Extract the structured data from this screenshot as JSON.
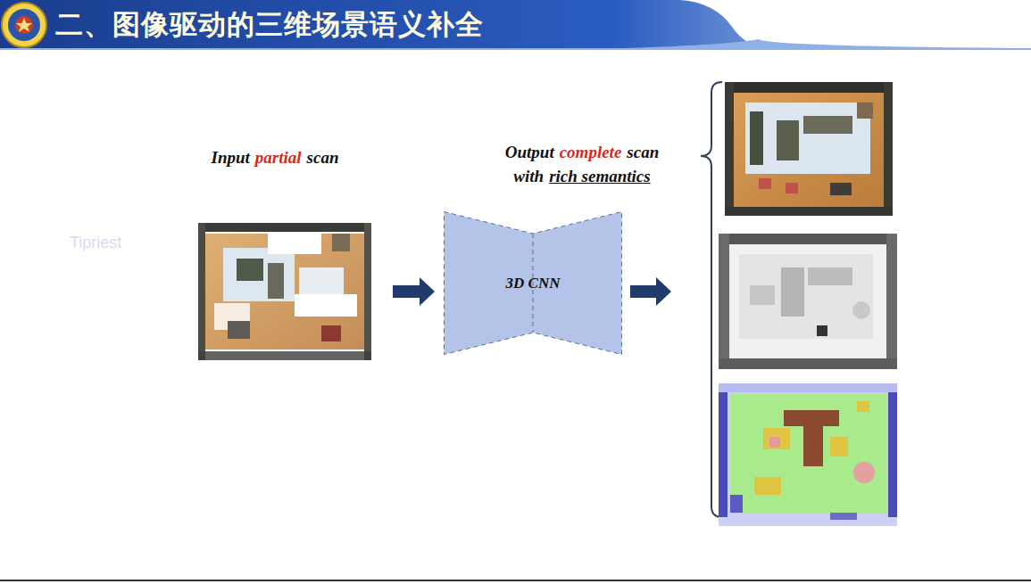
{
  "diagram": {
    "title": "二、图像驱动的三维场景语义补全",
    "nodes": [
      {
        "text": [
          "3D CNN"
        ]
      }
    ],
    "labels": [
      "Tipriest",
      "Input",
      "partial",
      "scan",
      "Output",
      "complete",
      "scan",
      "with",
      "rich semantics"
    ]
  }
}
